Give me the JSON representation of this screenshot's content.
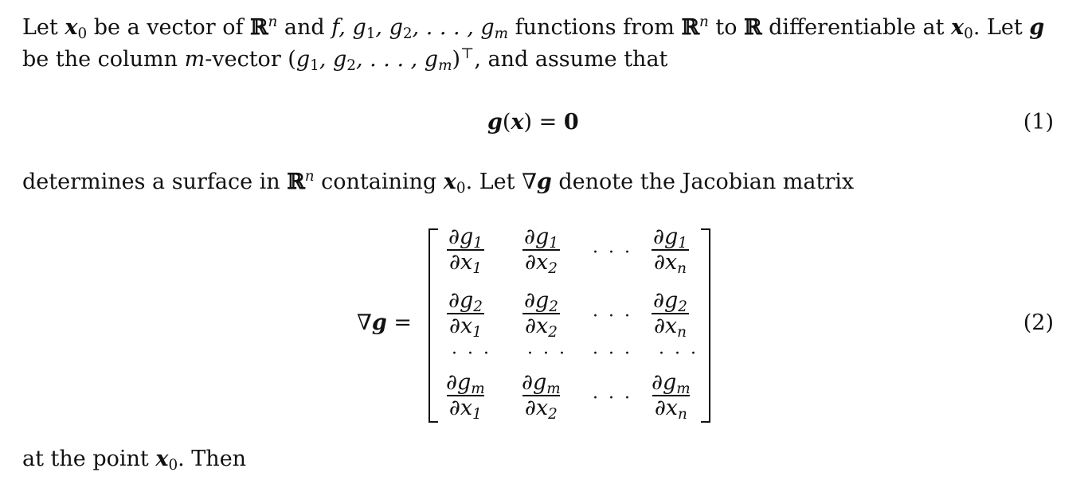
{
  "paragraph1": {
    "line1_t1": "Let ",
    "line1_x0": "x",
    "line1_x0_sub": "0",
    "line1_t2": " be a vector of ",
    "line1_R": "ℝ",
    "line1_n": "n",
    "line1_t3": " and ",
    "line1_fns": "f, g",
    "line1_g1sub": "1",
    "line1_g2": ", g",
    "line1_g2sub": "2",
    "line1_gm": ", . . . , g",
    "line1_gmsub": "m",
    "line1_t4": " functions from ",
    "line1_R2": "ℝ",
    "line1_n2": "n",
    "line1_t5": " to ",
    "line1_R3": "ℝ",
    "line1_t6": " differentiable at ",
    "line1_x0b": "x",
    "line1_x0b_sub": "0",
    "line1_t7": ". Let ",
    "line1_g": "g",
    "line2_t1": "be the column ",
    "line2_m": "m",
    "line2_t2": "-vector (",
    "line2_g": "g",
    "line2_g1sub": "1",
    "line2_g2": ", g",
    "line2_g2sub": "2",
    "line2_gm": ", . . . , g",
    "line2_gmsub": "m",
    "line2_close": ")",
    "line2_T": "⊤",
    "line2_t3": ", and assume that"
  },
  "equation1": {
    "g": "g",
    "open": "(",
    "x": "x",
    "close": ") = ",
    "zero": "0",
    "number": "(1)"
  },
  "paragraph2": {
    "t1": "determines a surface in ",
    "R": "ℝ",
    "n": "n",
    "t2": " containing ",
    "x0": "x",
    "x0_sub": "0",
    "t3": ". Let ∇",
    "g": "g",
    "t4": " denote the Jacobian matrix"
  },
  "equation2": {
    "lhs_nabla": "∇",
    "lhs_g": "g",
    "lhs_eq": " =",
    "number": "(2)",
    "cdots": "· · ·",
    "rows": [
      [
        {
          "num": "∂g",
          "num_sub": "1",
          "den": "∂x",
          "den_sub": "1"
        },
        {
          "num": "∂g",
          "num_sub": "1",
          "den": "∂x",
          "den_sub": "2"
        },
        {
          "num": "∂g",
          "num_sub": "1",
          "den": "∂x",
          "den_sub": "n"
        }
      ],
      [
        {
          "num": "∂g",
          "num_sub": "2",
          "den": "∂x",
          "den_sub": "1"
        },
        {
          "num": "∂g",
          "num_sub": "2",
          "den": "∂x",
          "den_sub": "2"
        },
        {
          "num": "∂g",
          "num_sub": "2",
          "den": "∂x",
          "den_sub": "n"
        }
      ],
      [
        {
          "num": "∂g",
          "num_sub": "m",
          "den": "∂x",
          "den_sub": "1"
        },
        {
          "num": "∂g",
          "num_sub": "m",
          "den": "∂x",
          "den_sub": "2"
        },
        {
          "num": "∂g",
          "num_sub": "m",
          "den": "∂x",
          "den_sub": "n"
        }
      ]
    ]
  },
  "paragraph3": {
    "t1": "at the point ",
    "x0": "x",
    "x0_sub": "0",
    "t2": ". Then"
  }
}
